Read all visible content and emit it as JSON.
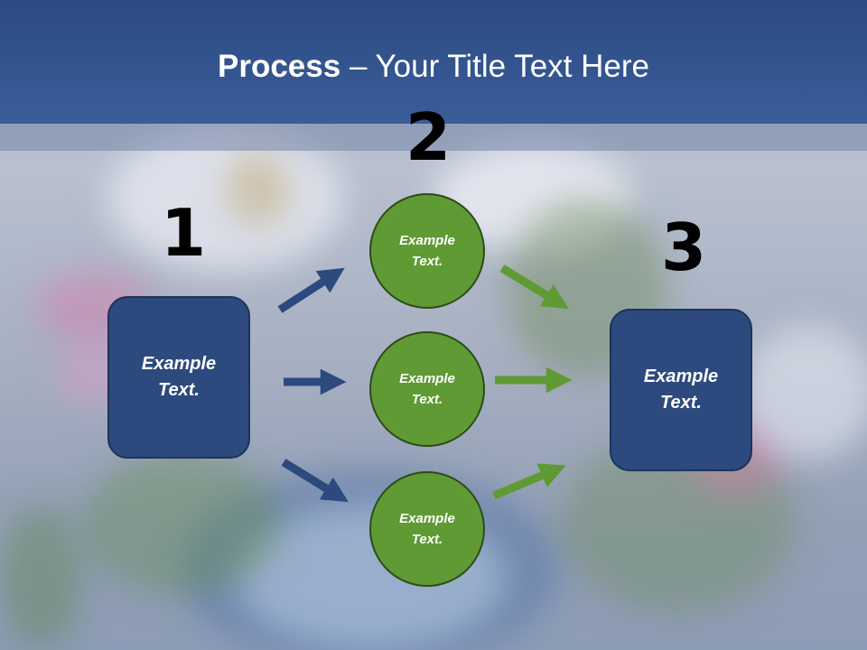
{
  "title": {
    "bold": "Process",
    "rest": " – Your Title Text Here"
  },
  "steps": [
    {
      "number": "1"
    },
    {
      "number": "2"
    },
    {
      "number": "3"
    }
  ],
  "boxes": {
    "left": {
      "text": "Example\nText."
    },
    "right": {
      "text": "Example\nText."
    }
  },
  "circles": [
    {
      "text": "Example\nText."
    },
    {
      "text": "Example\nText."
    },
    {
      "text": "Example\nText."
    }
  ],
  "colors": {
    "header": "#2c4a82",
    "box": "#2d4a7e",
    "circle": "#5f9a34",
    "arrow_blue": "#2d4a7e",
    "arrow_green": "#5f9a34"
  }
}
